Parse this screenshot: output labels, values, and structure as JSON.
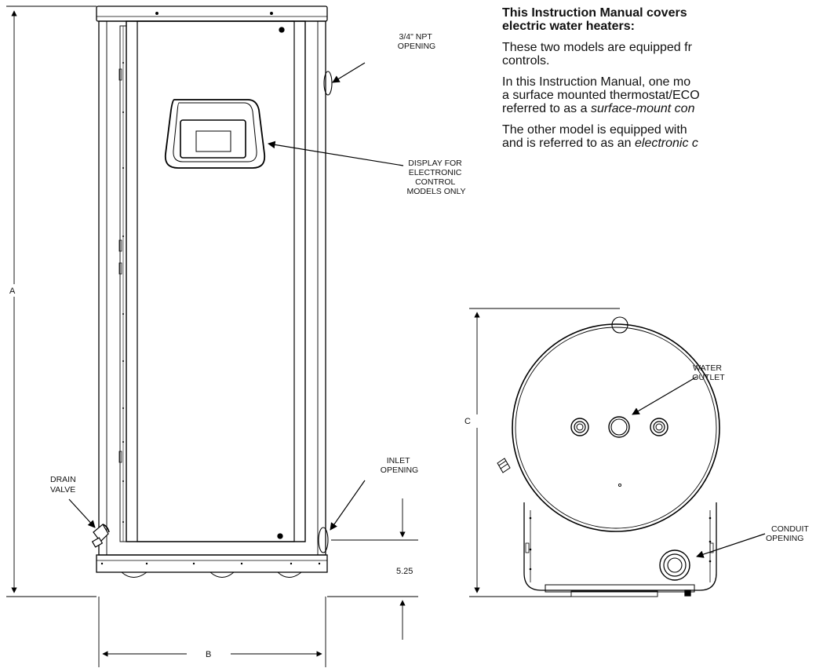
{
  "intro": {
    "heading_lines": [
      "This Instruction Manual covers",
      "electric water heaters:"
    ],
    "para1_lines": [
      "These two models are equipped fr",
      "controls."
    ],
    "para2_lines": [
      "In this Instruction Manual, one mo",
      "a surface mounted thermostat/ECO"
    ],
    "para2_line3_prefix": "referred to as a ",
    "para2_line3_italic": "surface-mount con",
    "para3_line1": "The other model is equipped with",
    "para3_line2_prefix": "and is referred to as an ",
    "para3_line2_italic": "electronic c"
  },
  "callouts": {
    "npt_opening": [
      "3/4\" NPT",
      "OPENING"
    ],
    "display": [
      "DISPLAY FOR",
      "ELECTRONIC",
      "CONTROL",
      "MODELS ONLY"
    ],
    "inlet": [
      "INLET",
      "OPENING"
    ],
    "drain": [
      "DRAIN",
      "VALVE"
    ],
    "water_outlet": [
      "WATER",
      "OUTLET"
    ],
    "conduit": [
      "CONDUIT",
      "OPENING"
    ]
  },
  "dimensions": {
    "height_label": "A",
    "width_label": "B",
    "top_view_label": "C",
    "inlet_height_value": "5.25"
  }
}
